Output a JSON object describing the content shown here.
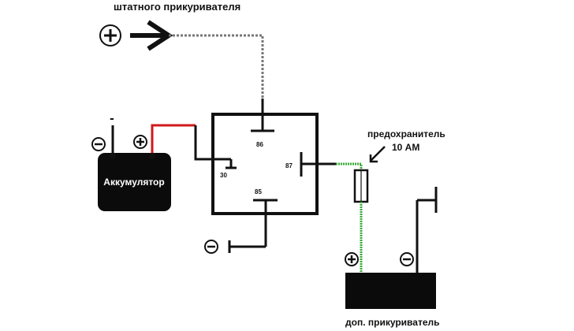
{
  "labels": {
    "top_source": "штатного прикуривателя",
    "battery": "Аккумулятор",
    "fuse_name": "предохранитель",
    "fuse_rating": "10 АМ",
    "aux_socket": "доп. прикуриватель"
  },
  "relay_pins": {
    "pin_86": "86",
    "pin_87": "87",
    "pin_85": "85",
    "pin_30": "30"
  },
  "polarity": {
    "plus": "+",
    "minus": "−",
    "battery_minus_terminal": "-"
  },
  "colors": {
    "wire_default": "#111111",
    "wire_positive_battery": "#d01a1a",
    "wire_positive_fuse": "#3aa83a",
    "wire_signal": "#777777",
    "component_fill": "#0b0b0b"
  },
  "icons": {
    "arrow": "right-chevron-arrow",
    "fuse": "fuse-icon",
    "ground": "ground-icon",
    "pointer": "diagonal-pointer-arrow"
  }
}
